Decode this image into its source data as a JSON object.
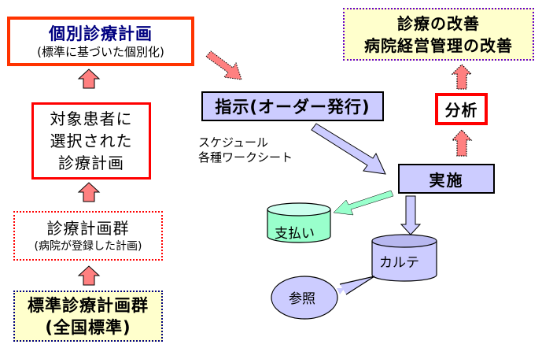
{
  "individual_plan": {
    "title": "個別診療計画",
    "subtitle": "(標準に基づいた個別化)"
  },
  "selected_plan": {
    "lines": [
      "対象患者に",
      "選択された",
      "診療計画"
    ]
  },
  "plan_group": {
    "title": "診療計画群",
    "subtitle": "(病院が登録した計画)"
  },
  "standard_plan_group": {
    "lines": [
      "標準診療計画群",
      "(全国標準)"
    ]
  },
  "improvement": {
    "lines": [
      "診療の改善",
      "病院経営管理の改善"
    ]
  },
  "order": {
    "label": "指示(オーダー発行)"
  },
  "schedule": {
    "lines": [
      "スケジュール",
      "各種ワークシート"
    ]
  },
  "analysis": {
    "label": "分析"
  },
  "implementation": {
    "label": "実施"
  },
  "payment": {
    "label": "支払い"
  },
  "chart_record": {
    "label": "カルテ"
  },
  "reference": {
    "label": "参照"
  },
  "colors": {
    "red_border": "#ff0000",
    "orange_red_border": "#ff3300",
    "navy_text": "#000080",
    "lavender_fill": "#ccccff",
    "cream_fill": "#ffffcc",
    "mint_fill": "#99ffcc",
    "pink_arrow": "#ff8080",
    "purple_dotted": "#6600cc"
  }
}
